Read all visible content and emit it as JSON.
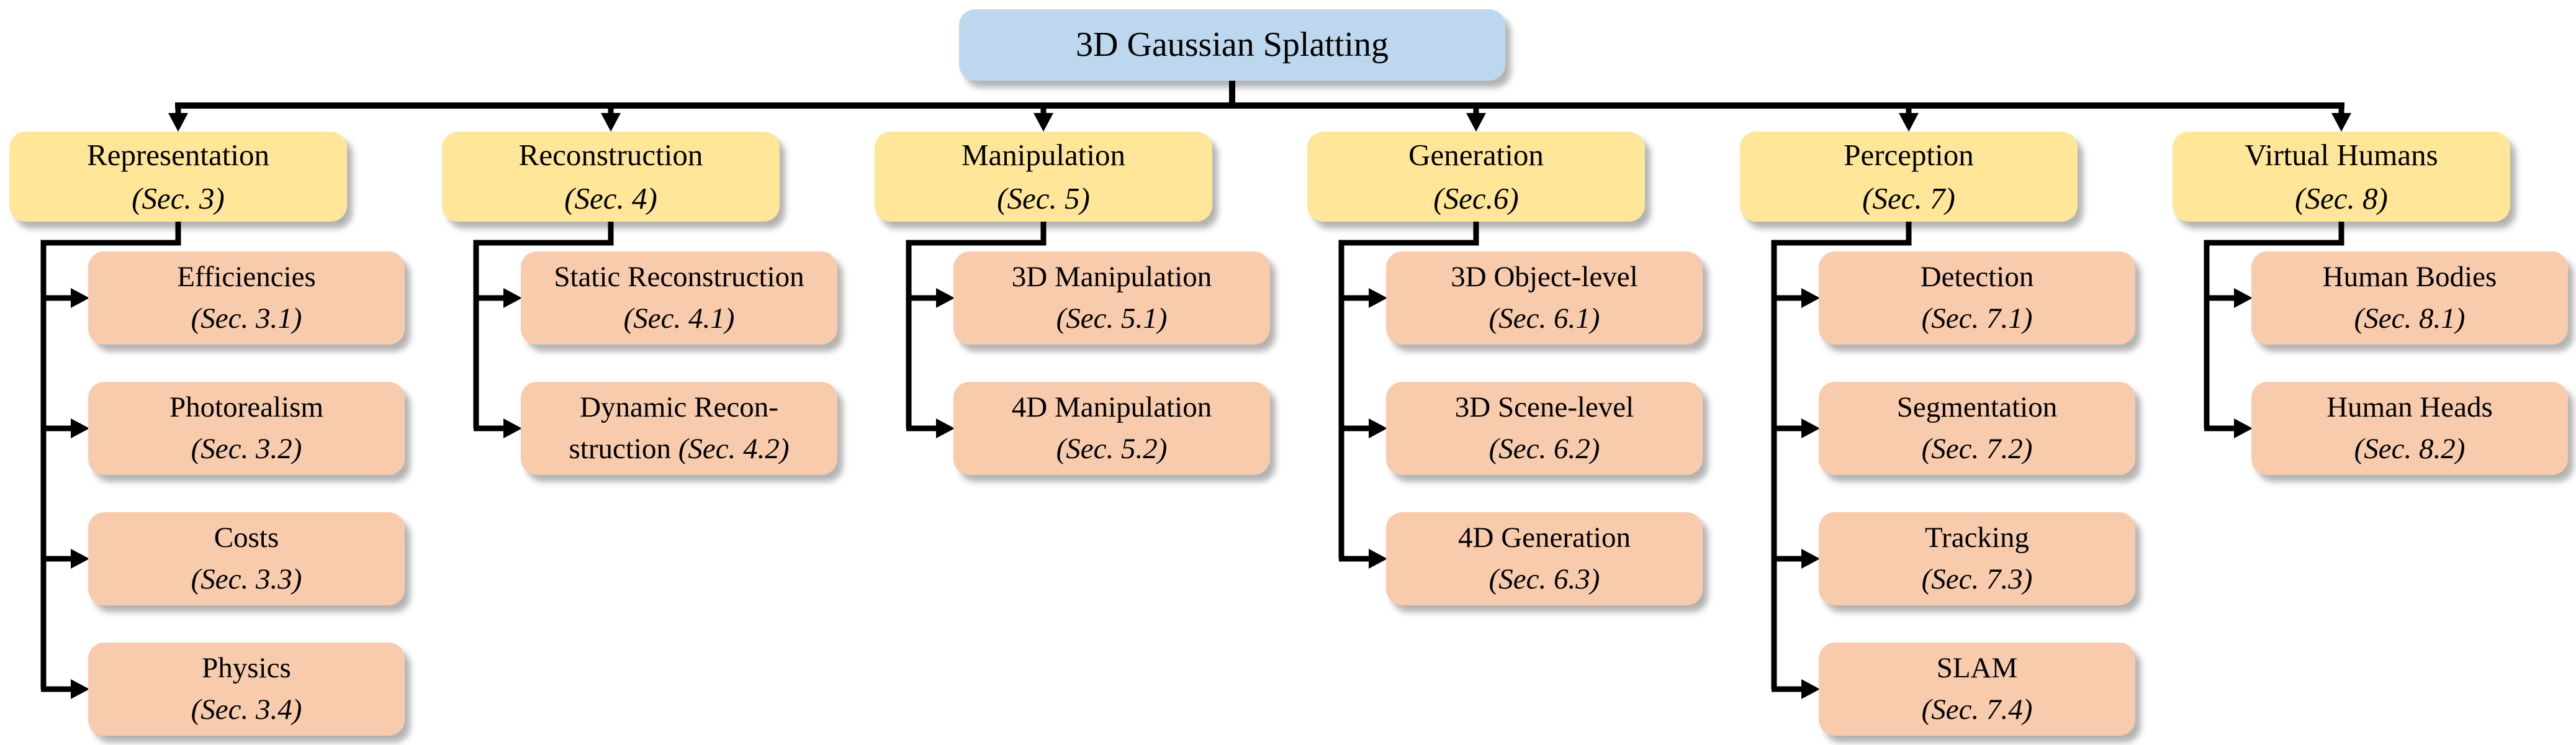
{
  "root": {
    "label": "3D Gaussian Splatting"
  },
  "columns": [
    {
      "title": "Representation",
      "sec": "(Sec. 3)",
      "children": [
        {
          "label": "Efficiencies",
          "sec": "(Sec. 3.1)"
        },
        {
          "label": "Photorealism",
          "sec": "(Sec. 3.2)"
        },
        {
          "label": "Costs",
          "sec": "(Sec. 3.3)"
        },
        {
          "label": "Physics",
          "sec": "(Sec. 3.4)"
        }
      ]
    },
    {
      "title": "Reconstruction",
      "sec": "(Sec. 4)",
      "children": [
        {
          "label": "Static Reconstruction",
          "sec": "(Sec. 4.1)"
        },
        {
          "label": "Dynamic Recon-",
          "label2": "struction",
          "sec": "(Sec. 4.2)"
        }
      ]
    },
    {
      "title": "Manipulation",
      "sec": "(Sec. 5)",
      "children": [
        {
          "label": "3D Manipulation",
          "sec": "(Sec. 5.1)"
        },
        {
          "label": "4D Manipulation",
          "sec": "(Sec. 5.2)"
        }
      ]
    },
    {
      "title": "Generation",
      "sec": "(Sec.6)",
      "children": [
        {
          "label": "3D Object-level",
          "sec": "(Sec. 6.1)"
        },
        {
          "label": "3D Scene-level",
          "sec": "(Sec. 6.2)"
        },
        {
          "label": "4D Generation",
          "sec": "(Sec. 6.3)"
        }
      ]
    },
    {
      "title": "Perception",
      "sec": "(Sec. 7)",
      "children": [
        {
          "label": "Detection",
          "sec": "(Sec. 7.1)"
        },
        {
          "label": "Segmentation",
          "sec": "(Sec. 7.2)"
        },
        {
          "label": "Tracking",
          "sec": "(Sec. 7.3)"
        },
        {
          "label": "SLAM",
          "sec": "(Sec. 7.4)"
        }
      ]
    },
    {
      "title": "Virtual Humans",
      "sec": "(Sec. 8)",
      "children": [
        {
          "label": "Human Bodies",
          "sec": "(Sec. 8.1)"
        },
        {
          "label": "Human Heads",
          "sec": "(Sec. 8.2)"
        }
      ]
    }
  ],
  "colors": {
    "root_fill": "#BDD7EE",
    "category_fill": "#FFE699",
    "leaf_fill": "#F8CBAD",
    "connector": "#000000",
    "text": "#000000"
  }
}
